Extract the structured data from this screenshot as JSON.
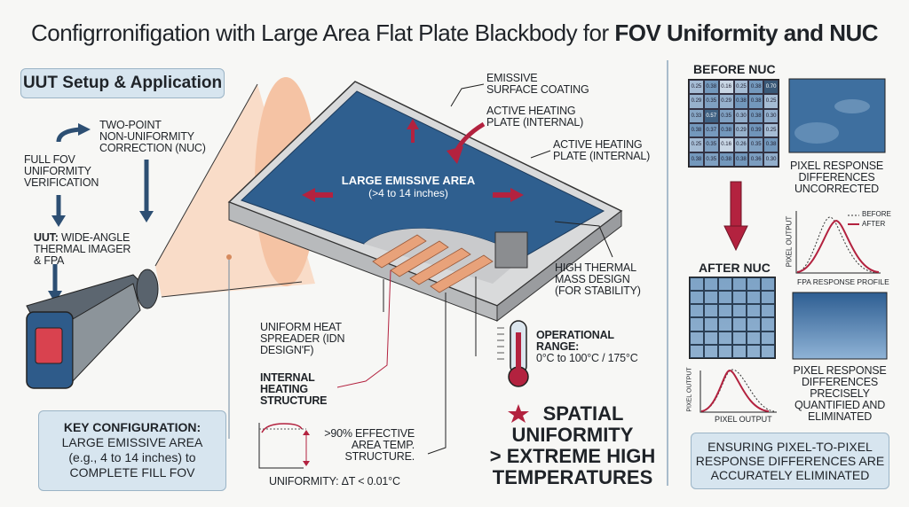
{
  "title": {
    "prefix": "Configrronifigation with Large Area Flat Plate Blackbody for ",
    "bold": "FOV Uniformity and NUC"
  },
  "left": {
    "setup_box": "UUT Setup & Application",
    "two_point": [
      "TWO-POINT",
      "NON-UNIFORMITY",
      "CORRECTION (NUC)"
    ],
    "full_fov": [
      "FULL FOV",
      "UNIFORMITY",
      "VERIFICATION"
    ],
    "uut_bold": "UUT:",
    "uut_rest": " WIDE-ANGLE",
    "uut_lines": [
      "THERMAL IMAGER",
      "& FPA"
    ],
    "key_title": "KEY CONFIGURATION:",
    "key_lines": [
      "LARGE EMISSIVE AREA",
      "(e.g., 4 to 14 inches) to",
      "COMPLETE FILL FOV"
    ]
  },
  "center": {
    "emissive_coating": [
      "EMISSIVE",
      "SURFACE COATING"
    ],
    "active_heating_1": [
      "ACTIVE HEATING",
      "PLATE (INTERNAL)"
    ],
    "active_heating_2": [
      "ACTIVE HEATING",
      "PLATE (INTERNAL)"
    ],
    "large_area": "LARGE EMISSIVE AREA",
    "large_area_sub": "(>4 to 14 inches)",
    "thermal_mass": [
      "HIGH THERMAL",
      "MASS DESIGN",
      "(FOR STABILITY)"
    ],
    "heat_spreader": [
      "UNIFORM HEAT",
      "SPREADER (IDN",
      "DESIGN'F)"
    ],
    "internal_heating": [
      "INTERNAL",
      "HEATING",
      "STRUCTURE"
    ],
    "effective": [
      ">90% EFFECTIVE",
      "AREA TEMP.",
      "STRUCTURE."
    ],
    "uniformity": "UNIFORMITY: ΔT < 0.01°C",
    "op_range_title": [
      "OPERATIONAL",
      "RANGE:"
    ],
    "op_range": "0°C to 100°C / 175°C",
    "spatial": [
      "SPATIAL",
      "UNIFORMITY",
      "> EXTREME HIGH",
      "TEMPERATURES"
    ]
  },
  "right": {
    "before_nuc": "BEFORE NUC",
    "before_values": [
      [
        0.25,
        0.38,
        0.16,
        0.25,
        0.38,
        0.7
      ],
      [
        0.29,
        0.35,
        0.29,
        0.38,
        0.38,
        0.25
      ],
      [
        0.33,
        0.57,
        0.35,
        0.3,
        0.38,
        0.3
      ],
      [
        0.38,
        0.37,
        0.38,
        0.29,
        0.39,
        0.25
      ],
      [
        0.25,
        0.35,
        0.16,
        0.26,
        0.35,
        0.38
      ],
      [
        0.38,
        0.35,
        0.38,
        0.38,
        0.36,
        0.3
      ]
    ],
    "uncorrected": [
      "PIXEL RESPONSE",
      "DIFFERENCES",
      "UNCORRECTED"
    ],
    "after_nuc": "AFTER NUC",
    "legend_before": "BEFORE",
    "legend_after": "AFTER",
    "pixel_output": "PIXEL OUTPUT",
    "fpa_profile": "FPA RESPONSE PROFILE",
    "quantified": [
      "PIXEL RESPONSE",
      "DIFFERENCES",
      "PRECISELY",
      "QUANTIFIED AND",
      "ELIMINATED"
    ],
    "ensuring": [
      "ENSURING PIXEL-TO-PIXEL",
      "RESPONSE DIFFERENCES ARE",
      "ACCURATELY ELIMINATED"
    ]
  },
  "colors": {
    "accent": "#b3223f",
    "navy": "#2d4f73",
    "plate": "#2f5f8f",
    "cone": "#f5c9ad"
  }
}
